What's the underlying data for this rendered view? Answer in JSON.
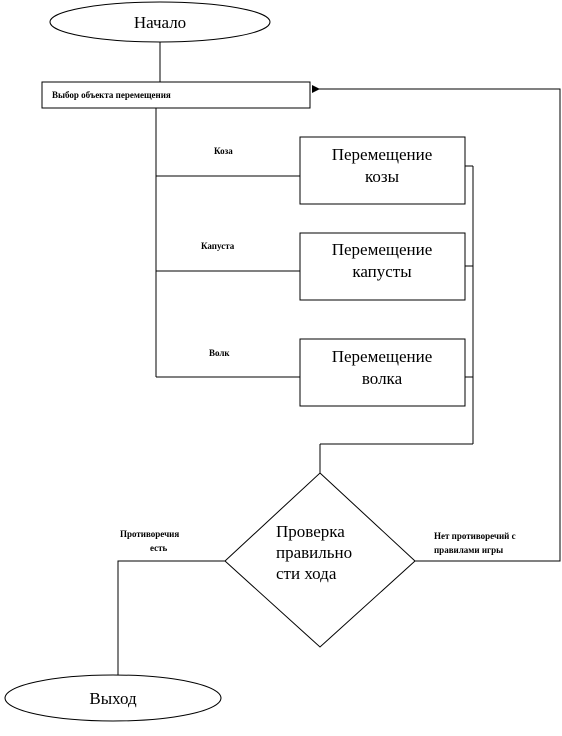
{
  "nodes": {
    "start": "Начало",
    "select": "Выбор объекта перемещения",
    "move_goat": [
      "Перемещение",
      "козы"
    ],
    "move_cabbage": [
      "Перемещение",
      "капусты"
    ],
    "move_wolf": [
      "Перемещение",
      "волка"
    ],
    "check": [
      "Проверка",
      "правильно",
      "сти хода"
    ],
    "exit": "Выход"
  },
  "edge_labels": {
    "goat": "Коза",
    "cabbage": "Капуста",
    "wolf": "Волк",
    "contradiction": [
      "Противоречия",
      "есть"
    ],
    "no_contradiction": [
      "Нет противоречий с",
      "правилами игры"
    ]
  },
  "colors": {
    "stroke": "#000000",
    "fill": "#ffffff"
  }
}
